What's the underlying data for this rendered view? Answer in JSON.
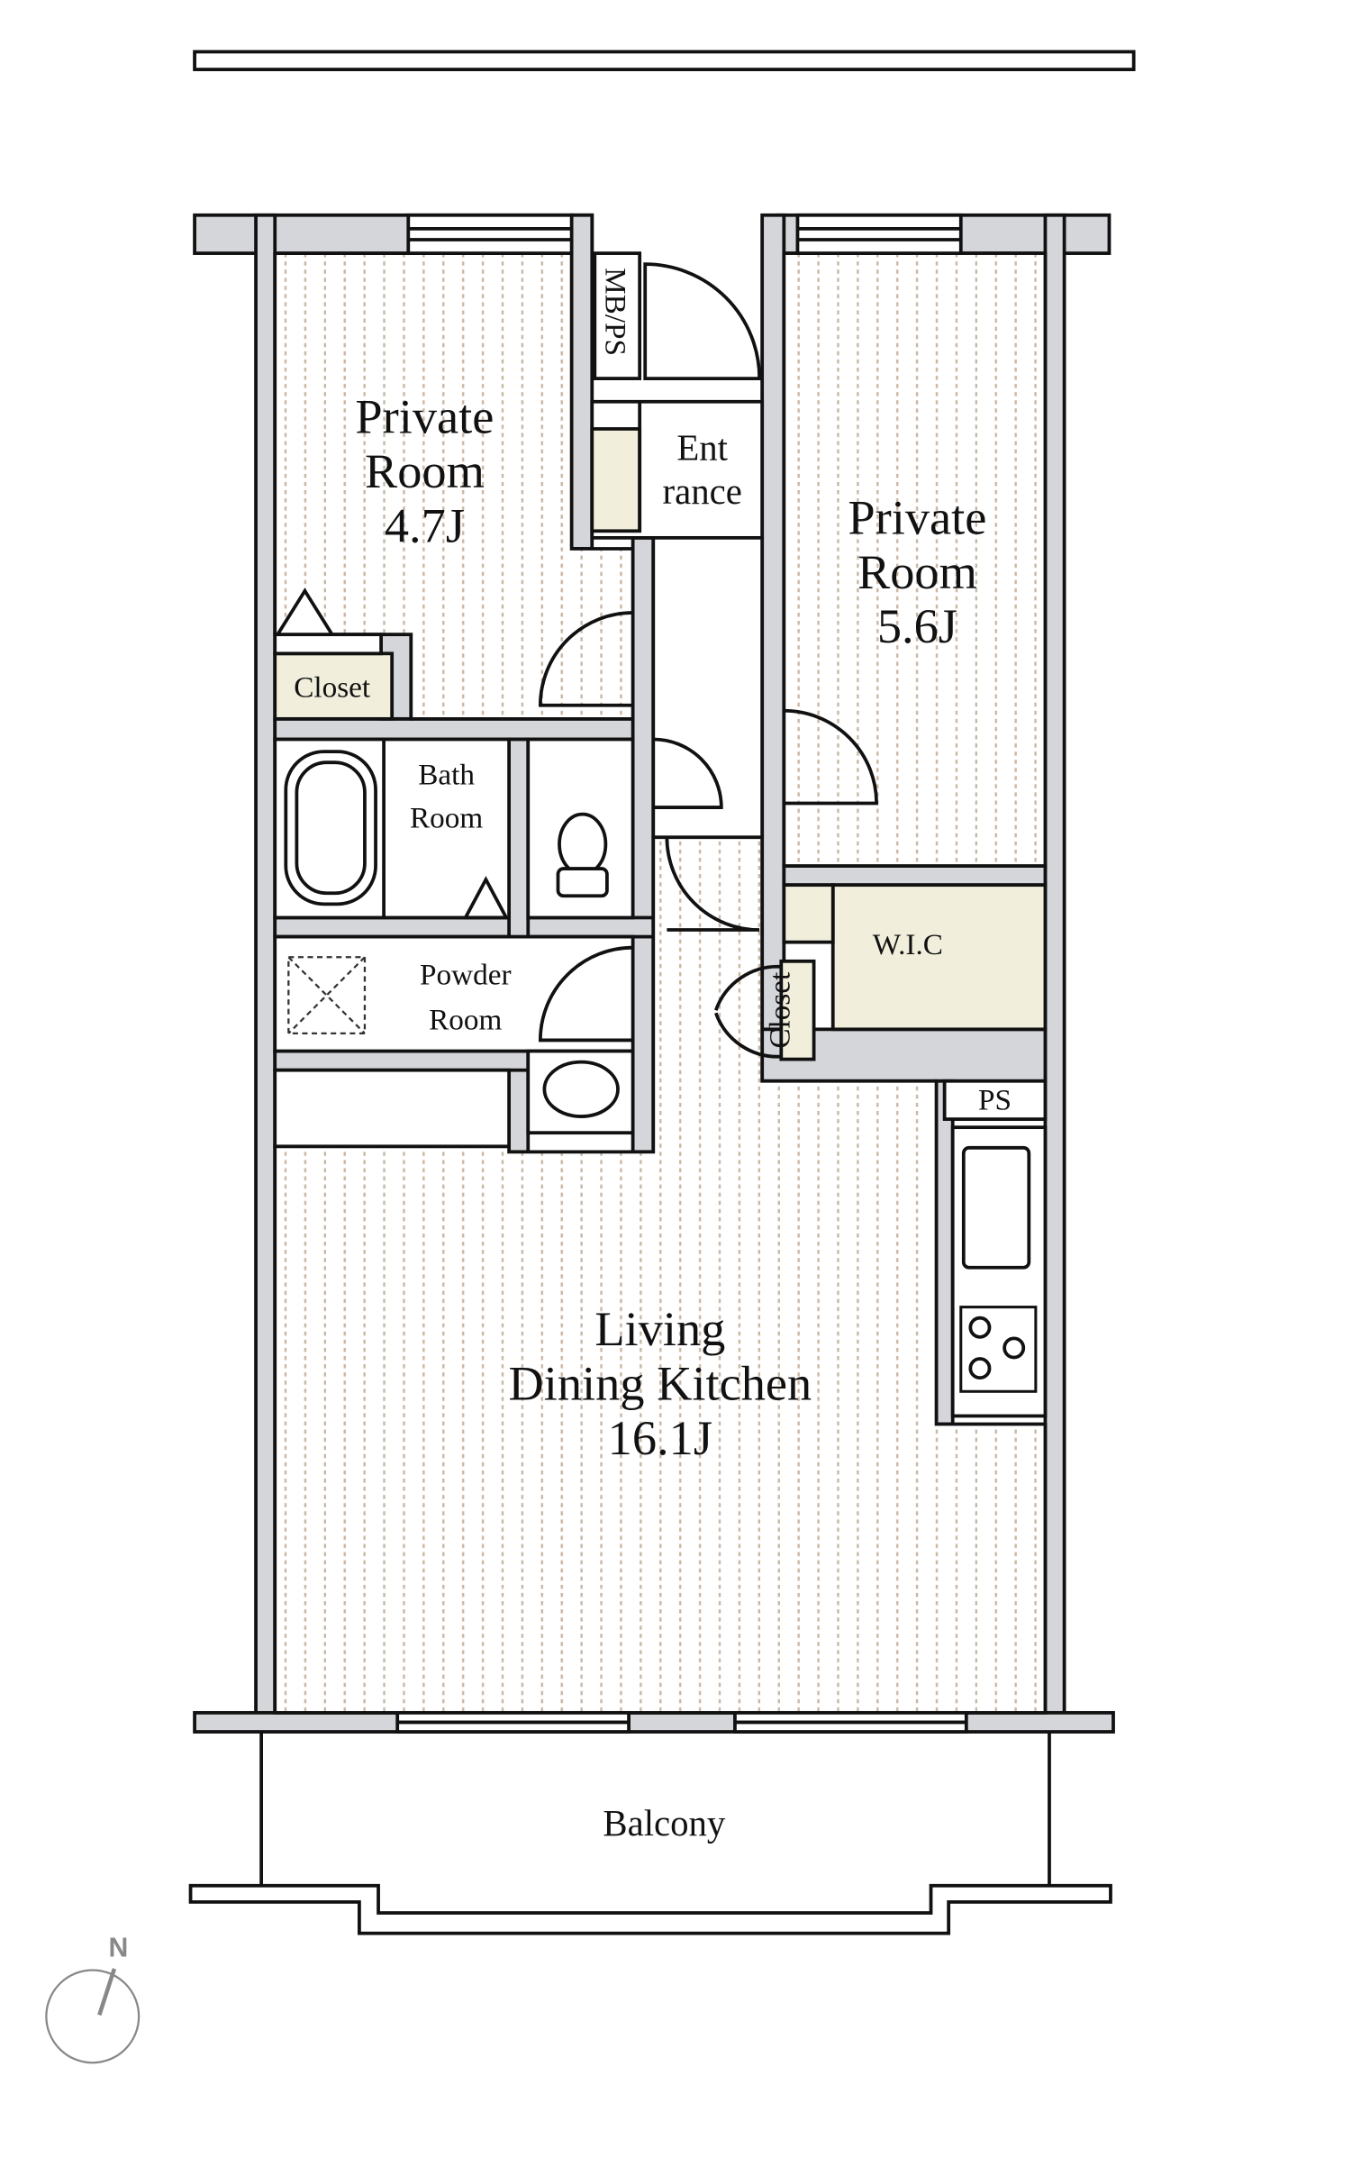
{
  "rooms": {
    "private_room_1": {
      "name_line1": "Private",
      "name_line2": "Room",
      "size": "4.7J"
    },
    "private_room_2": {
      "name_line1": "Private",
      "name_line2": "Room",
      "size": "5.6J"
    },
    "entrance": {
      "line1": "Ent",
      "line2": "rance"
    },
    "mbps": "MB/PS",
    "closet_1": "Closet",
    "closet_2": "Closet",
    "bath": {
      "line1": "Bath",
      "line2": "Room"
    },
    "powder": {
      "line1": "Powder",
      "line2": "Room"
    },
    "wic": "W.I.C",
    "ps": "PS",
    "ldk": {
      "line1": "Living",
      "line2": "Dining Kitchen",
      "size": "16.1J"
    },
    "balcony": "Balcony"
  },
  "compass": {
    "label": "N"
  },
  "colors": {
    "wall": "#d4d6d9",
    "storage": "#f1efdc",
    "floor_stripe": "#c9b7a6"
  }
}
